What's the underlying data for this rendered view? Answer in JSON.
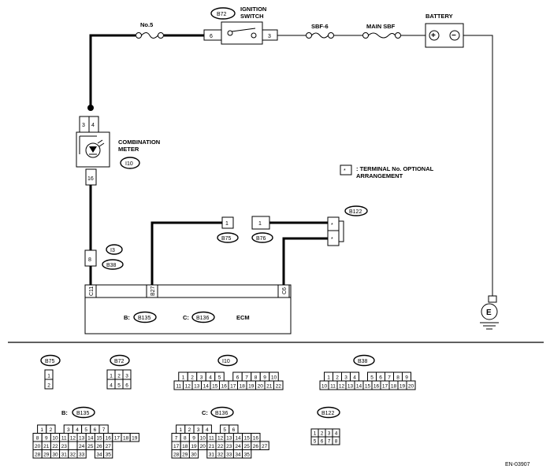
{
  "labels": {
    "fuse_no5": "No.5",
    "ignition_switch": "IGNITION SWITCH",
    "ignition_code": "B72",
    "sbf6": "SBF-6",
    "main_sbf": "MAIN SBF",
    "battery": "BATTERY",
    "combination_meter": "COMBINATION METER",
    "meter_code": "I10",
    "optional_note": ": TERMINAL No. OPTIONAL ARRANGEMENT",
    "optional_star": "*",
    "i3": "I3",
    "b38": "B38",
    "b75": "B75",
    "b76": "B76",
    "b122": "B122",
    "ecm": "ECM",
    "ecm_b_prefix": "B:",
    "ecm_b_code": "B135",
    "ecm_c_prefix": "C:",
    "ecm_c_code": "B136",
    "ground": "E",
    "doc_id": "EN-03907"
  },
  "pins": {
    "ign_left": "6",
    "ign_right": "3",
    "meter_top_a": "3",
    "meter_top_b": "4",
    "meter_bottom": "16",
    "i3_pin": "8",
    "b75_pin": "1",
    "b76_pin": "1",
    "b122_a": "*",
    "b122_b": "*",
    "ecm_c11": "C11",
    "ecm_b27": "B27",
    "ecm_c6": "C6",
    "batt_plus": "+",
    "batt_minus": "−"
  },
  "connectors": {
    "b75": {
      "title": "B75",
      "rows": [
        [
          "1"
        ],
        [
          "2"
        ]
      ]
    },
    "b72": {
      "title": "B72",
      "rows": [
        [
          "1",
          "2",
          "3"
        ],
        [
          "4",
          "5",
          "6"
        ]
      ]
    },
    "i10": {
      "title": "I10",
      "rows": [
        [
          "1",
          "2",
          "3",
          "4",
          "5",
          "",
          "6",
          "7",
          "8",
          "9",
          "10"
        ],
        [
          "11",
          "12",
          "13",
          "14",
          "15",
          "16",
          "17",
          "18",
          "19",
          "20",
          "21",
          "22"
        ]
      ]
    },
    "b38": {
      "title": "B38",
      "rows": [
        [
          "1",
          "2",
          "3",
          "4",
          "",
          "5",
          "6",
          "7",
          "8",
          "9"
        ],
        [
          "10",
          "11",
          "12",
          "13",
          "14",
          "15",
          "16",
          "17",
          "18",
          "19",
          "20"
        ]
      ]
    },
    "b135": {
      "prefix": "B:",
      "title": "B135",
      "rows": [
        [
          "1",
          "2",
          "",
          "3",
          "4",
          "5",
          "6",
          "7"
        ],
        [
          "8",
          "9",
          "10",
          "11",
          "12",
          "13",
          "14",
          "15",
          "16",
          "17",
          "18",
          "19"
        ],
        [
          "20",
          "21",
          "22",
          "23",
          "",
          "24",
          "25",
          "26",
          "27"
        ],
        [
          "28",
          "29",
          "30",
          "31",
          "32",
          "33",
          "",
          "34",
          "35"
        ]
      ]
    },
    "b136": {
      "prefix": "C:",
      "title": "B136",
      "rows": [
        [
          "1",
          "2",
          "3",
          "4",
          "",
          "5",
          "6"
        ],
        [
          "7",
          "8",
          "9",
          "10",
          "11",
          "12",
          "13",
          "14",
          "15",
          "16"
        ],
        [
          "17",
          "18",
          "19",
          "20",
          "21",
          "22",
          "23",
          "24",
          "25",
          "26",
          "27"
        ],
        [
          "28",
          "29",
          "30",
          "",
          "31",
          "32",
          "33",
          "34",
          "35"
        ]
      ]
    },
    "b122": {
      "title": "B122",
      "rows": [
        [
          "1",
          "2",
          "3",
          "4"
        ],
        [
          "5",
          "6",
          "7",
          "8"
        ]
      ]
    }
  }
}
